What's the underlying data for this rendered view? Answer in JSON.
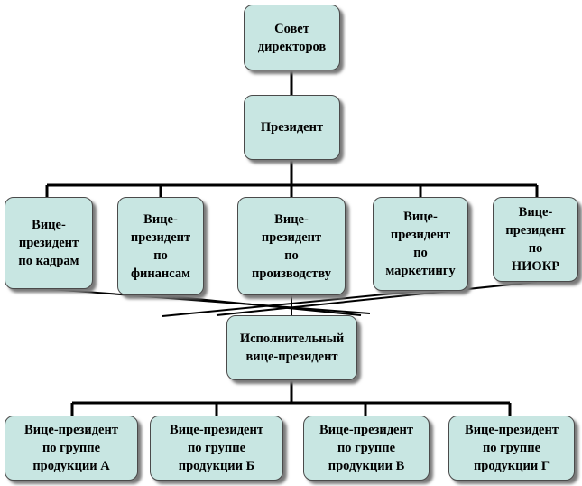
{
  "colors": {
    "box_fill": "#c8e6e2",
    "box_border": "#4a4a4a",
    "connector": "#000000",
    "shadow": "#7a7a7a"
  },
  "nodes": {
    "board": "Совет\nдиректоров",
    "president": "Президент",
    "vp_hr": "Вице-\nпрезидент\nпо кадрам",
    "vp_finance": "Вице-\nпрезидент\nпо\nфинансам",
    "vp_production": "Вице-\nпрезидент\nпо\nпроизводству",
    "vp_marketing": "Вице-\nпрезидент\nпо\nмаркетингу",
    "vp_rnd": "Вице-\nпрезидент\nпо\nНИОКР",
    "executive_vp": "Исполнительный\nвице-президент",
    "vp_group_a": "Вице-президент\nпо группе\nпродукции А",
    "vp_group_b": "Вице-президент\nпо группе\nпродукции Б",
    "vp_group_c": "Вице-президент\nпо группе\nпродукции В",
    "vp_group_d": "Вице-президент\nпо группе\nпродукции Г"
  }
}
